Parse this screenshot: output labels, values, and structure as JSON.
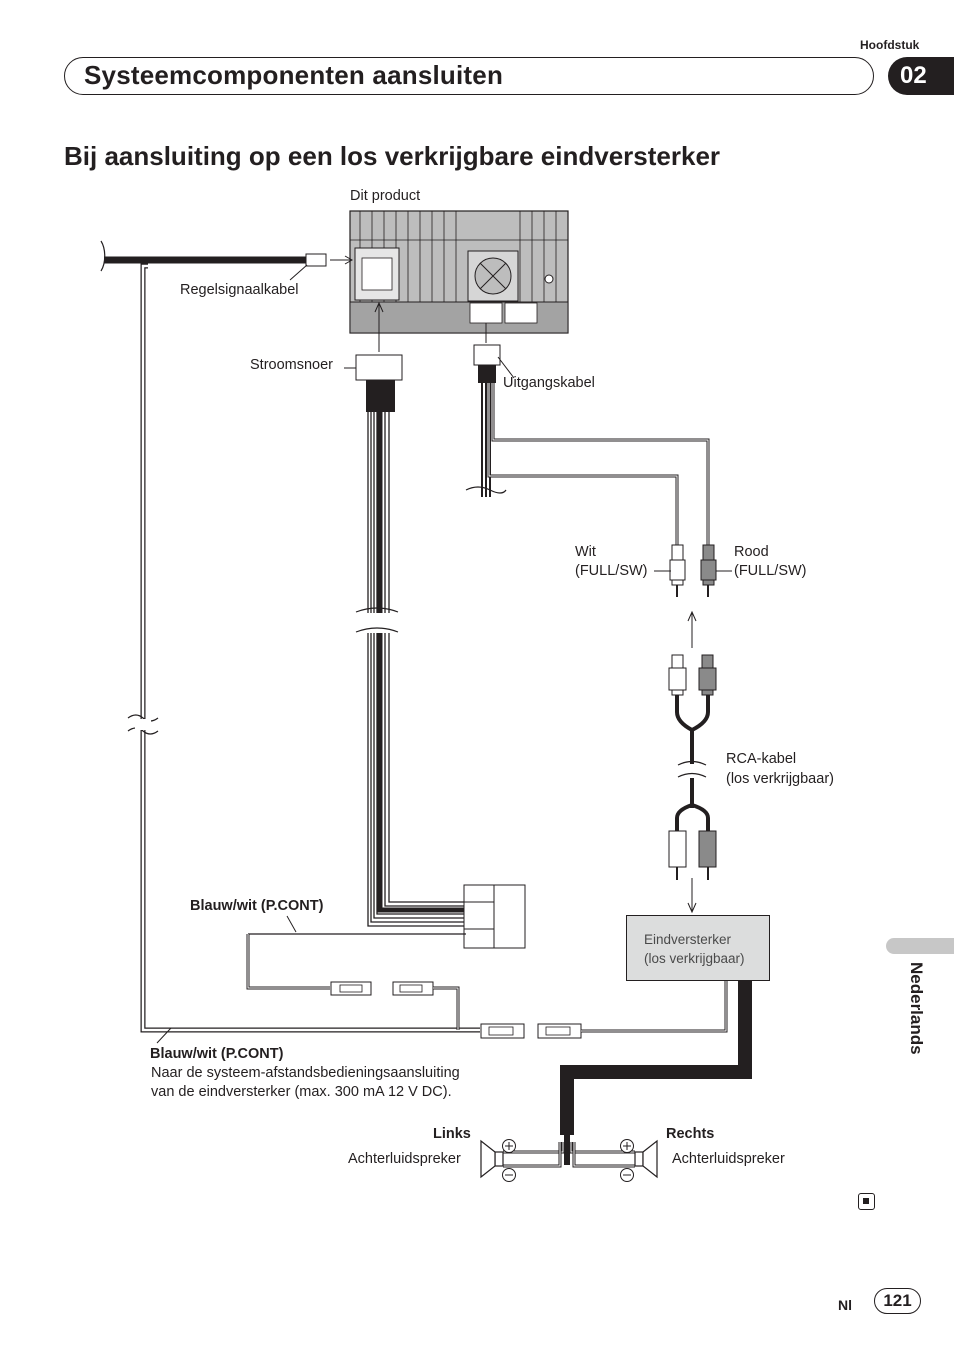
{
  "header": {
    "chapter_label": "Hoofdstuk",
    "chapter_number": "02",
    "chapter_title": "Systeemcomponenten aansluiten"
  },
  "section_title": "Bij aansluiting op een los verkrijgbare eindversterker",
  "diagram": {
    "product": "Dit product",
    "control_cable": "Regelsignaalkabel",
    "power_cord": "Stroomsnoer",
    "output_cable": "Uitgangskabel",
    "white": "Wit",
    "white_sub": "(FULL/SW)",
    "red": "Rood",
    "red_sub": "(FULL/SW)",
    "rca_cable": "RCA-kabel",
    "rca_cable_sub": "(los verkrijgbaar)",
    "amplifier": "Eindversterker",
    "amplifier_sub": "(los verkrijgbaar)",
    "blue_white_1": "Blauw/wit (P.CONT)",
    "blue_white_2": "Blauw/wit (P.CONT)",
    "remote_note_1": "Naar de systeem-afstandsbedieningsaansluiting",
    "remote_note_2": "van de eindversterker (max. 300 mA 12 V DC).",
    "left": "Links",
    "left_speaker": "Achterluidspreker",
    "right": "Rechts",
    "right_speaker": "Achterluidspreker"
  },
  "sidebar": {
    "language": "Nederlands"
  },
  "footer": {
    "lang_code": "Nl",
    "page_number": "121"
  }
}
